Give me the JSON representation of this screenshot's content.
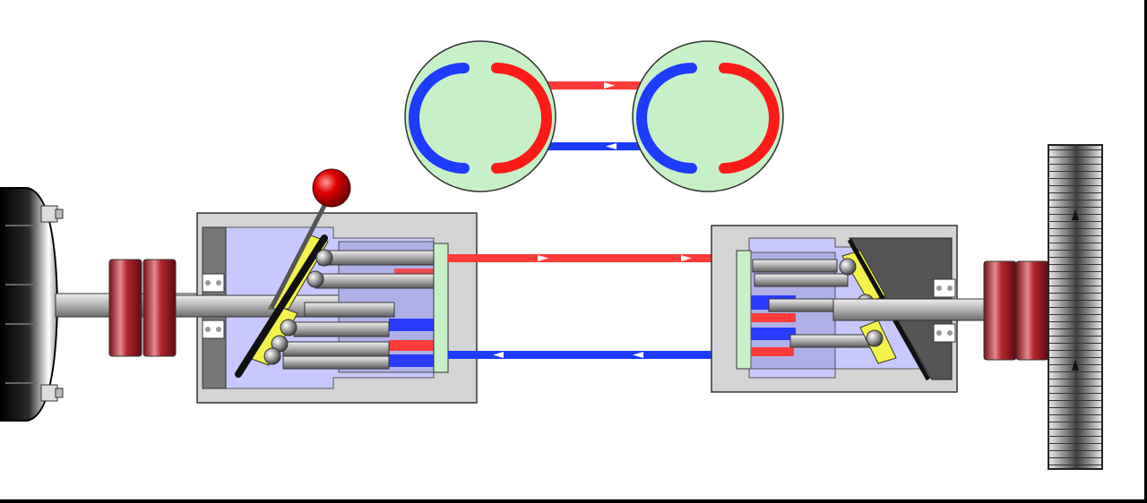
{
  "diagram": {
    "type": "hydrostatic-transmission",
    "parts": [
      "electric-motor",
      "coupling",
      "variable-swashplate-pump",
      "control-lever",
      "hydraulic-lines",
      "valve-plate-indicators",
      "fixed-swashplate-motor",
      "output-flywheel"
    ],
    "flow": {
      "pressure_line": "left-to-right",
      "return_line": "right-to-left"
    },
    "colors": {
      "pressure": "#ff3b3b",
      "return": "#1f3bff",
      "pump_chamber": "#c8c8ff",
      "housing": "#d4d4d4",
      "valve_disk": "#c8f0c8",
      "lever_knob": "#e00000",
      "swash_ball": "#f2f24a",
      "coupling": "#b3252e"
    }
  }
}
